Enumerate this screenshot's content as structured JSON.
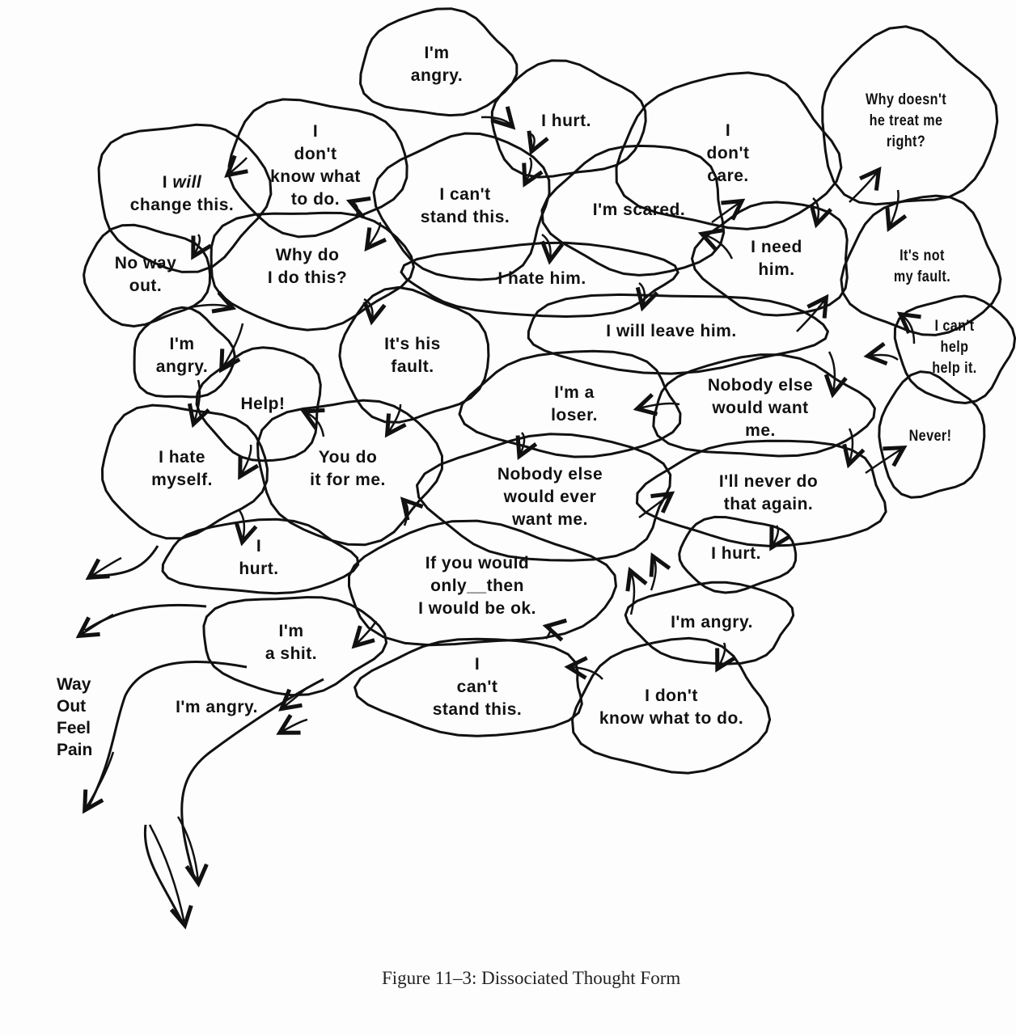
{
  "stones": [
    {
      "text": "I'm\nangry."
    },
    {
      "text": "I hurt."
    },
    {
      "text": "I\ndon't\nknow what\nto do."
    },
    {
      "text_pre": "I ",
      "text_em": "will",
      "text_post": "change this."
    },
    {
      "text": "I can't\nstand this."
    },
    {
      "text": "I'm scared."
    },
    {
      "text": "I\ndon't\ncare."
    },
    {
      "text": "Why doesn't\nhe treat me\nright?"
    },
    {
      "text": "No way\nout."
    },
    {
      "text": "Why do\nI do this?"
    },
    {
      "text": "I hate him."
    },
    {
      "text": "I need\nhim."
    },
    {
      "text": "It's not\nmy fault."
    },
    {
      "text": "I'm\nangry."
    },
    {
      "text": "It's his\nfault."
    },
    {
      "text": "I will leave him."
    },
    {
      "text": "I can't help\nhelp it."
    },
    {
      "text": "Help!"
    },
    {
      "text": "I'm a\nloser."
    },
    {
      "text": "Nobody else\nwould want\nme."
    },
    {
      "text": "Never!"
    },
    {
      "text": "I hate\nmyself."
    },
    {
      "text": "You do\nit for me."
    },
    {
      "text": "Nobody else\nwould ever\nwant me."
    },
    {
      "text": "I'll never do\nthat again."
    },
    {
      "text": "I\nhurt."
    },
    {
      "text": "If you would\nonly__then\nI would be ok."
    },
    {
      "text": "I hurt."
    },
    {
      "text": "I'm\na shit."
    },
    {
      "text": "I'm angry."
    },
    {
      "text": "I\ncan't\nstand this."
    },
    {
      "text": "I don't\nknow what to do."
    }
  ],
  "loose_text": "I'm angry.",
  "side_label": "Way\nOut\nFeel\nPain",
  "caption": "Figure 11–3:   Dissociated Thought Form"
}
